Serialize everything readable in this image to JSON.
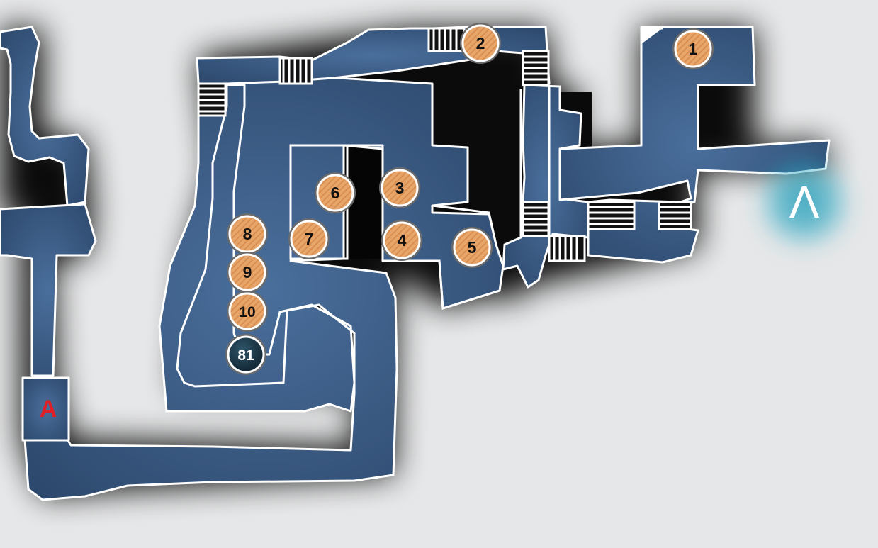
{
  "colors": {
    "background": "#e6e7e8",
    "floor": "#3e5f8a",
    "wall": "#ffffff",
    "void": "#000000",
    "marker_orange": "#e8a66a",
    "marker_dark": "#1f3a4c",
    "area_red": "#e01e25",
    "exit_glow": "#2aa8c4"
  },
  "markers": [
    {
      "label": "1",
      "kind": "collectible"
    },
    {
      "label": "2",
      "kind": "collectible"
    },
    {
      "label": "3",
      "kind": "collectible"
    },
    {
      "label": "4",
      "kind": "collectible"
    },
    {
      "label": "5",
      "kind": "collectible"
    },
    {
      "label": "6",
      "kind": "collectible"
    },
    {
      "label": "7",
      "kind": "collectible"
    },
    {
      "label": "8",
      "kind": "collectible"
    },
    {
      "label": "9",
      "kind": "collectible"
    },
    {
      "label": "10",
      "kind": "collectible"
    },
    {
      "label": "81",
      "kind": "special"
    }
  ],
  "entrance_label": "A",
  "exit_icon": "lambda-exit-icon",
  "exit_glyph": "Λ"
}
